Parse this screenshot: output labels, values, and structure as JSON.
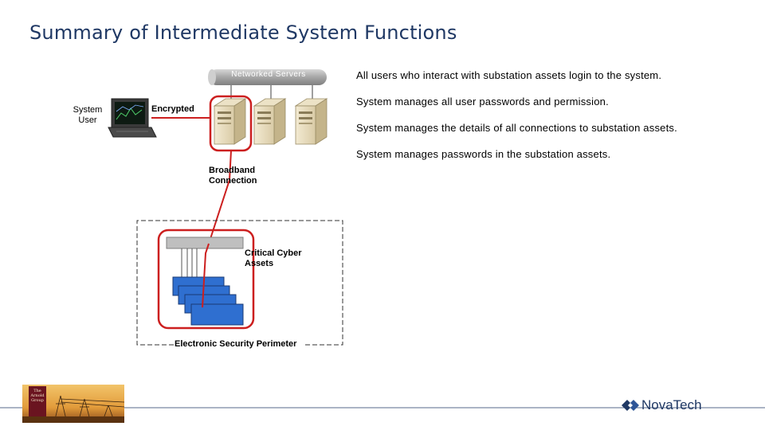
{
  "title": "Summary of Intermediate System Functions",
  "bullets": [
    "All users who interact with substation assets login to the system.",
    "System manages all user passwords and permission.",
    "System manages the details of all connections to substation assets.",
    "System manages passwords in the substation assets."
  ],
  "diagram": {
    "servers_label": "Networked Servers",
    "system_user_label_1": "System",
    "system_user_label_2": "User",
    "encrypted_label": "Encrypted",
    "broadband_label_1": "Broadband",
    "broadband_label_2": "Connection",
    "critical_label_1": "Critical Cyber",
    "critical_label_2": "Assets",
    "esp_label": "Electronic Security Perimeter",
    "highlight_color": "#cc1f1f"
  },
  "footer": {
    "left_logo_text_1": "The",
    "left_logo_text_2": "Arnold",
    "left_logo_text_3": "Group",
    "right_logo_text": "NovaTech"
  }
}
